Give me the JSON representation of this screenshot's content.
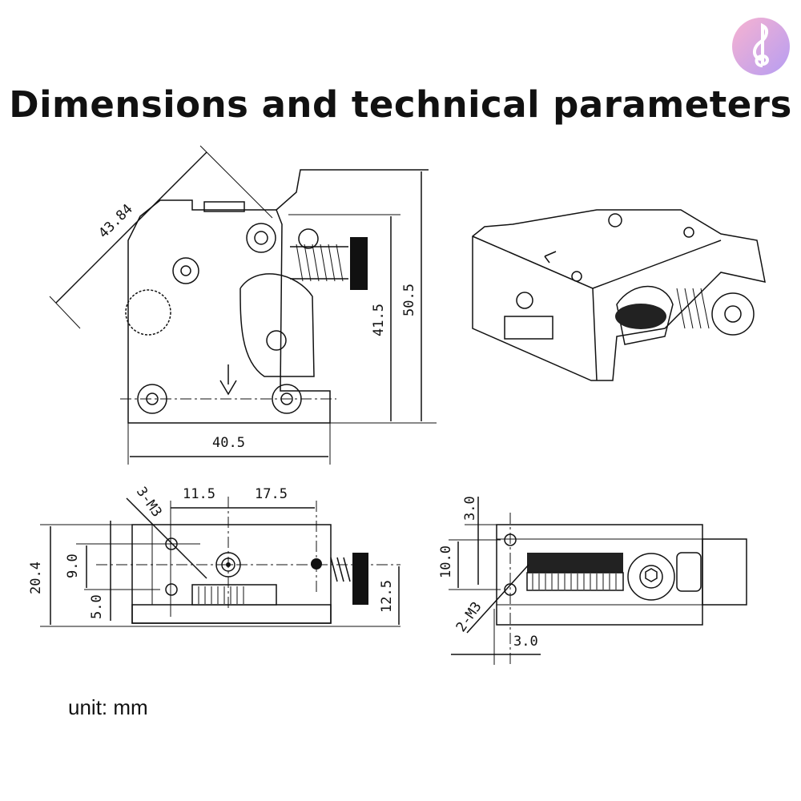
{
  "title": "Dimensions and technical parameters",
  "unit_note": "unit: mm",
  "logo": {
    "icon": "treble-clef-logo",
    "colors": [
      "#f6a5c8",
      "#a98cf0"
    ]
  },
  "front_view": {
    "diagonal": "43.84",
    "width": "40.5",
    "height_inner": "41.5",
    "height_total": "50.5"
  },
  "side_view": {
    "hole_label": "3-M3",
    "spacing_a": "11.5",
    "spacing_b": "17.5",
    "height_total": "20.4",
    "hole_vertical": "9.0",
    "hole_bottom": "5.0",
    "spring_height": "12.5"
  },
  "end_view": {
    "top_offset": "3.0",
    "hole_vertical": "10.0",
    "hole_label": "2-M3",
    "side_offset": "3.0"
  }
}
